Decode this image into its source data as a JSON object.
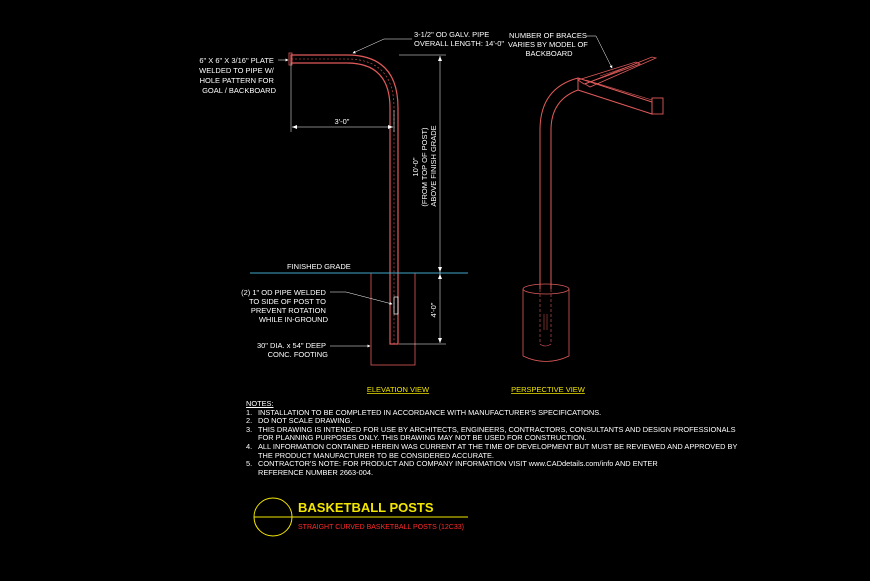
{
  "elevation": {
    "pipe_label_line1": "3-1/2\" OD GALV. PIPE",
    "pipe_label_line2": "OVERALL LENGTH: 14'-0\"",
    "plate_label": [
      "6\" X 6\" X 3/16\" PLATE",
      "WELDED TO PIPE W/",
      "HOLE PATTERN FOR",
      "GOAL / BACKBOARD"
    ],
    "offset_dim": "3'-0\"",
    "height_dim": [
      "10'-0\"",
      "(FROM TOP OF POST)",
      "ABOVE FINISH GRADE"
    ],
    "finished_grade": "FINISHED GRADE",
    "anti_rotation_label": [
      "(2) 1\" OD PIPE WELDED",
      "TO SIDE OF POST TO",
      "PREVENT ROTATION",
      "WHILE IN-GROUND"
    ],
    "embed_dim": "4'-0\"",
    "footing_label": [
      "30\" DIA. x 54\" DEEP",
      "CONC. FOOTING"
    ],
    "view_title": "ELEVATION VIEW"
  },
  "perspective": {
    "braces_label": [
      "NUMBER OF BRACES",
      "VARIES BY MODEL OF",
      "BACKBOARD"
    ],
    "view_title": "PERSPECTIVE VIEW"
  },
  "notes": {
    "heading": "NOTES:",
    "items": [
      {
        "num": "1.",
        "lines": [
          "INSTALLATION TO BE COMPLETED IN ACCORDANCE WITH MANUFACTURER'S SPECIFICATIONS."
        ]
      },
      {
        "num": "2.",
        "lines": [
          "DO NOT SCALE DRAWING."
        ]
      },
      {
        "num": "3.",
        "lines": [
          "THIS DRAWING IS INTENDED FOR USE BY ARCHITECTS, ENGINEERS, CONTRACTORS, CONSULTANTS AND DESIGN PROFESSIONALS",
          "FOR PLANNING PURPOSES ONLY.  THIS DRAWING MAY NOT BE USED FOR CONSTRUCTION."
        ]
      },
      {
        "num": "4.",
        "lines": [
          "ALL INFORMATION CONTAINED HEREIN WAS CURRENT AT THE TIME OF DEVELOPMENT BUT MUST BE REVIEWED AND APPROVED BY",
          "THE PRODUCT MANUFACTURER TO BE CONSIDERED ACCURATE."
        ]
      },
      {
        "num": "5.",
        "lines": [
          "CONTRACTOR'S NOTE: FOR PRODUCT AND COMPANY INFORMATION VISIT www.CADdetails.com/info AND ENTER",
          "REFERENCE NUMBER 2663-004."
        ]
      }
    ]
  },
  "title_block": {
    "title": "BASKETBALL POSTS",
    "subtitle": "STRAIGHT CURVED BASKETBALL POSTS (12C33)"
  },
  "colors": {
    "background": "#000000",
    "pipe": "#e05a5a",
    "grade_line": "#3fa9c9",
    "title_yellow": "#f2e600",
    "subtitle_red": "#ff2a2a",
    "text": "#ffffff"
  }
}
